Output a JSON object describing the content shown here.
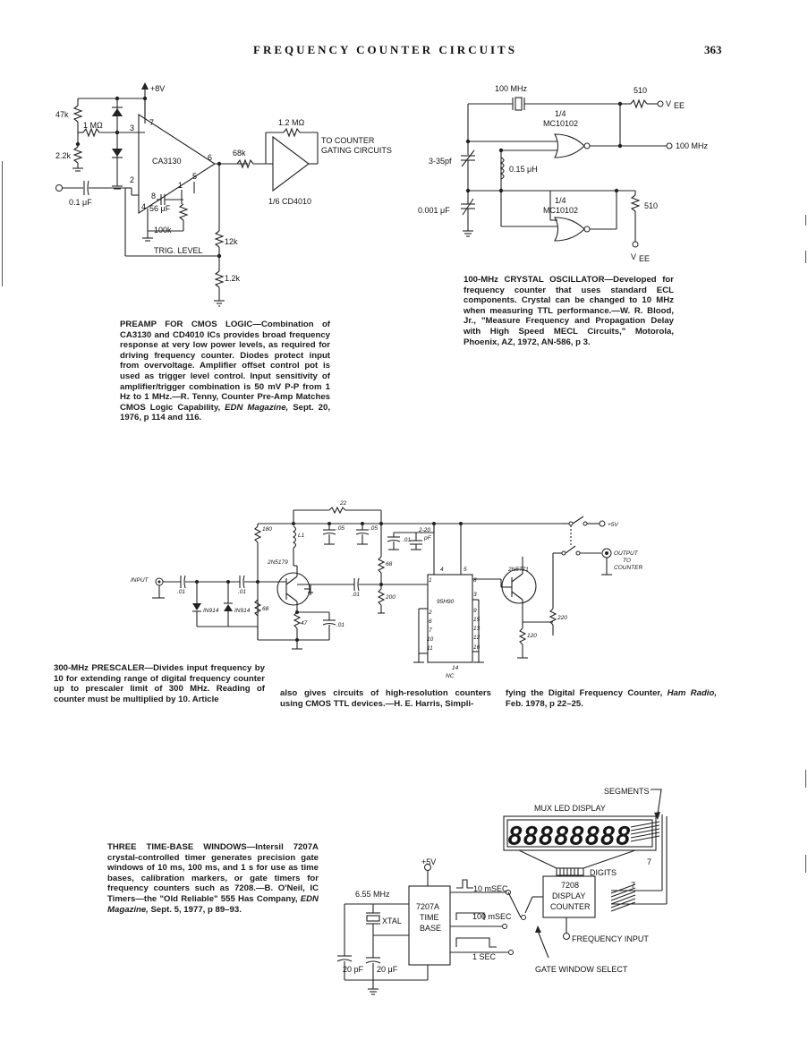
{
  "header": {
    "title": "FREQUENCY COUNTER CIRCUITS",
    "page": "363"
  },
  "preamp": {
    "labels": {
      "vplus": "+8V",
      "r47k": "47k",
      "r1m": "1 MΩ",
      "r22k": "2.2k",
      "c01": "0.1 μF",
      "ic": "CA3130",
      "pin7": "7",
      "pin3": "3",
      "pin2": "2",
      "pin6": "6",
      "pin5": "5",
      "pin4": "4",
      "pin8": "8",
      "pin1": "1",
      "c56": "56 μF",
      "r100k": "100k",
      "r68k": "68k",
      "r12m": "1.2 MΩ",
      "tocounter1": "TO COUNTER",
      "tocounter2": "GATING CIRCUITS",
      "cd4010": "1/6 CD4010",
      "trig": "TRIG. LEVEL",
      "r12k": "12k",
      "r12k2": "1.2k"
    },
    "caption": {
      "title": "PREAMP FOR CMOS LOGIC",
      "body": "—Combination of CA3130 and CD4010 ICs provides broad frequency response at very low power levels, as required for driving frequency counter. Diodes protect input from overvoltage. Amplifier offset control pot is used as trigger level control. Input sensitivity of amplifier/trigger combination is 50 mV P-P from 1 Hz to 1 MHz.—R. Tenny, Counter Pre-Amp Matches CMOS Logic Capability, ",
      "source": "EDN Magazine,",
      "tail": " Sept. 20, 1976, p 114 and 116."
    }
  },
  "oscillator": {
    "labels": {
      "xtal": "100 MHz",
      "r510a": "510",
      "vee1": "V",
      "vee1sub": "EE",
      "gate1a": "1/4",
      "gate1b": "MC10102",
      "out": "100 MHz",
      "c335": "3-35pf",
      "l015": "0.15 μH",
      "gate2a": "1/4",
      "gate2b": "MC10102",
      "c0001": "0.001 μF",
      "r510b": "510",
      "vee2": "V",
      "vee2sub": "EE"
    },
    "caption": {
      "title": "100-MHz CRYSTAL OSCILLATOR",
      "body": "—Developed for frequency counter that uses standard ECL components. Crystal can be changed to 10 MHz when measuring TTL performance.—W. R. Blood, Jr., \"Measure Frequency and Propagation Delay with High Speed MECL Circuits,\" Motorola, Phoenix, AZ, 1972, AN-586, p 3."
    }
  },
  "prescaler": {
    "labels": {
      "r22": "22",
      "r180": "180",
      "l1": "L1",
      "c05a": ".05",
      "c05b": ".05",
      "c01a": ".01",
      "c220": "2-20",
      "pf": "pF",
      "q1": "2N5179",
      "r68a": "68",
      "input": "INPUT",
      "c01b": ".01",
      "c01c": ".01",
      "d1": "IN914",
      "d2": "IN914",
      "r68b": "68",
      "r47": "47",
      "c01d": ".01",
      "r200": "200",
      "ic": "95H90",
      "q2": "2N5771",
      "pin4": "4",
      "pin5": "5",
      "pin1": "1",
      "pin8": "8",
      "pin3": "3",
      "pin9": "9",
      "pin15": "15",
      "pin13": "13",
      "pin12": "12",
      "pin16": "16",
      "pin2": "2",
      "pin6": "6",
      "pin7": "7",
      "pin10": "10",
      "pin11": "11",
      "pin14": "14",
      "nc": "NC",
      "plus5": "+5V",
      "output1": "OUTPUT",
      "output2": "TO",
      "output3": "COUNTER",
      "r220": "220",
      "r120": "120"
    },
    "caption": {
      "title": "300-MHz PRESCALER",
      "body1": "—Divides input frequency by 10 for extending range of digital frequency counter up to prescaler limit of 300 MHz. Reading of counter must be multiplied by 10. Article",
      "body2": "also gives circuits of high-resolution counters using CMOS TTL devices.—H. E. Harris, Simpli-",
      "body3a": "fying the Digital Frequency Counter, ",
      "source": "Ham Radio,",
      "body3b": " Feb. 1978, p 22–25."
    }
  },
  "timebase": {
    "labels": {
      "segments": "SEGMENTS",
      "mux": "MUX LED DISPLAY",
      "digits_readout": "88888888",
      "digits": "DIGITS",
      "seven1": "7",
      "seven2": "7",
      "plus5": "+5V",
      "xtalfreq": "6.55 MHz",
      "xtal": "XTAL",
      "ic1": "7207A",
      "ic2": "TIME",
      "ic3": "BASE",
      "w10": "10 mSEC",
      "w100": "100 mSEC",
      "w1": "1 SEC",
      "cnt1": "7208",
      "cnt2": "DISPLAY",
      "cnt3": "COUNTER",
      "freqin": "FREQUENCY INPUT",
      "c20a": "20 pF",
      "c20b": "20 μF",
      "gatesel": "GATE WINDOW SELECT"
    },
    "caption": {
      "title": "THREE TIME-BASE WINDOWS",
      "body": "—Intersil 7207A crystal-controlled timer generates precision gate windows of 10 ms, 100 ms, and 1 s for use as time bases, calibration markers, or gate timers for frequency counters such as 7208.—B. O'Neil, IC Timers—the \"Old Reliable\" 555 Has Company, ",
      "source": "EDN Magazine,",
      "tail": " Sept. 5, 1977, p 89–93."
    }
  }
}
